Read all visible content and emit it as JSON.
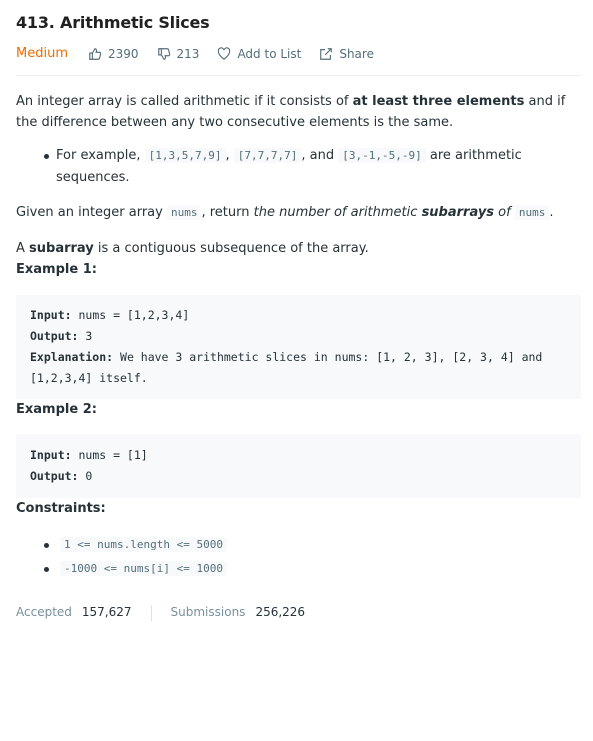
{
  "problem": {
    "title": "413. Arithmetic Slices",
    "difficulty": "Medium",
    "likes": "2390",
    "dislikes": "213",
    "add_to_list": "Add to List",
    "share": "Share"
  },
  "description": {
    "p1_a": "An integer array is called arithmetic if it consists of ",
    "p1_b": "at least three elements",
    "p1_c": " and if the difference between any two consecutive elements is the same.",
    "example_bullet_a": "For example, ",
    "example_code_1": "[1,3,5,7,9]",
    "sep_1": ", ",
    "example_code_2": "[7,7,7,7]",
    "sep_2": ", and ",
    "example_code_3": "[3,-1,-5,-9]",
    "example_bullet_b": " are arithmetic sequences.",
    "p2_a": "Given an integer array ",
    "p2_code": "nums",
    "p2_b": ", return ",
    "p2_i1": "the number of arithmetic ",
    "p2_i2": "subarrays",
    "p2_i3": " of ",
    "p2_code2": "nums",
    "p2_c": ".",
    "p3_a": "A ",
    "p3_b": "subarray",
    "p3_c": " is a contiguous subsequence of the array."
  },
  "example1": {
    "heading": "Example 1:",
    "input_label": "Input:",
    "input_value": " nums = [1,2,3,4]",
    "output_label": "Output:",
    "output_value": " 3",
    "explanation_label": "Explanation:",
    "explanation_value": " We have 3 arithmetic slices in nums: [1, 2, 3], [2, 3, 4] and [1,2,3,4] itself."
  },
  "example2": {
    "heading": "Example 2:",
    "input_label": "Input:",
    "input_value": " nums = [1]",
    "output_label": "Output:",
    "output_value": " 0"
  },
  "constraints": {
    "heading": "Constraints:",
    "items": [
      "1 <= nums.length <= 5000",
      "-1000 <= nums[i] <= 1000"
    ]
  },
  "stats": {
    "accepted_label": "Accepted",
    "accepted_value": "157,627",
    "submissions_label": "Submissions",
    "submissions_value": "256,226"
  },
  "colors": {
    "difficulty": "#ef6c00",
    "text": "#263238",
    "code_bg": "#f7f9fa"
  }
}
